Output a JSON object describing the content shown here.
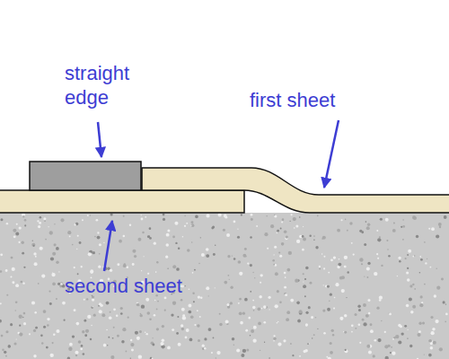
{
  "diagram": {
    "labels": [
      "straight edge",
      "first sheet",
      "second sheet"
    ]
  }
}
